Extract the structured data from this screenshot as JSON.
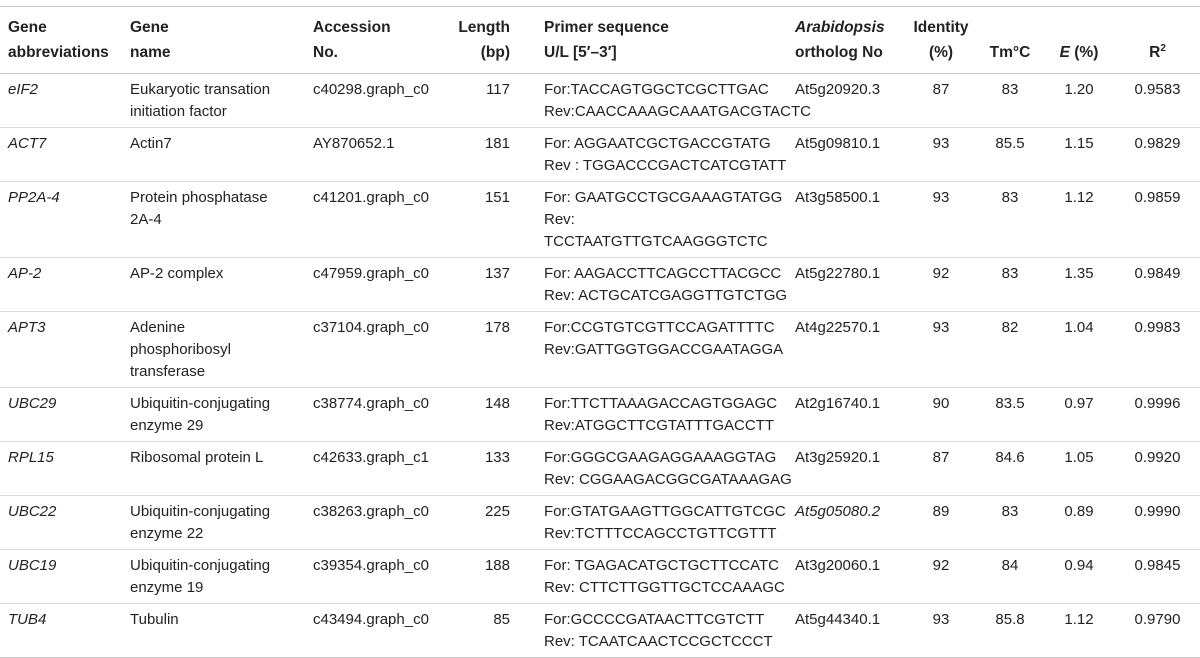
{
  "headers": {
    "gene_abbr": [
      "Gene",
      "abbreviations"
    ],
    "gene_name": [
      "Gene",
      "name"
    ],
    "accession": [
      "Accession",
      "No."
    ],
    "length": [
      "Length",
      "(bp)"
    ],
    "primer": [
      "Primer sequence",
      "U/L [5′–3′]"
    ],
    "ortholog_italic": "Arabidopsis",
    "ortholog_rest": "ortholog No",
    "identity": [
      "Identity",
      "(%)"
    ],
    "tm": "Tm°C",
    "eff_italic": "E",
    "eff_rest": " (%)",
    "r2_base": "R",
    "r2_sup": "2"
  },
  "rows": [
    {
      "abbr": "eIF2",
      "name1": "Eukaryotic transation",
      "name2": "initiation factor",
      "name3": "",
      "acc": "c40298.graph_c0",
      "len": "117",
      "fwd": "For:TACCAGTGGCTCGCTTGAC",
      "rev": "Rev:CAACCAAAGCAAATGACGTACTC",
      "orth": "At5g20920.3",
      "ident": "87",
      "tm": "83",
      "e": "1.20",
      "r2": "0.9583"
    },
    {
      "abbr": "ACT7",
      "name1": "Actin7",
      "name2": "",
      "name3": "",
      "acc": "AY870652.1",
      "len": "181",
      "fwd": "For: AGGAATCGCTGACCGTATG",
      "rev": "Rev : TGGACCCGACTCATCGTATT",
      "orth": "At5g09810.1",
      "ident": "93",
      "tm": "85.5",
      "e": "1.15",
      "r2": "0.9829"
    },
    {
      "abbr": "PP2A-4",
      "name1": "Protein phosphatase",
      "name2": "2A-4",
      "name3": "",
      "acc": "c41201.graph_c0",
      "len": "151",
      "fwd": "For: GAATGCCTGCGAAAGTATGG",
      "rev": "Rev: TCCTAATGTTGTCAAGGGTCTC",
      "orth": "At3g58500.1",
      "ident": "93",
      "tm": "83",
      "e": "1.12",
      "r2": "0.9859"
    },
    {
      "abbr": "AP-2",
      "name1": "AP-2 complex",
      "name2": "",
      "name3": "",
      "acc": "c47959.graph_c0",
      "len": "137",
      "fwd": "For: AAGACCTTCAGCCTTACGCC",
      "rev": "Rev: ACTGCATCGAGGTTGTCTGG",
      "orth": "At5g22780.1",
      "ident": "92",
      "tm": "83",
      "e": "1.35",
      "r2": "0.9849"
    },
    {
      "abbr": "APT3",
      "name1": "Adenine",
      "name2": "phosphoribosyl",
      "name3": "transferase",
      "acc": "c37104.graph_c0",
      "len": "178",
      "fwd": "For:CCGTGTCGTTCCAGATTTTC",
      "rev": "Rev:GATTGGTGGACCGAATAGGA",
      "orth": "At4g22570.1",
      "ident": "93",
      "tm": "82",
      "e": "1.04",
      "r2": "0.9983"
    },
    {
      "abbr": "UBC29",
      "name1": "Ubiquitin-conjugating",
      "name2": "enzyme 29",
      "name3": "",
      "acc": "c38774.graph_c0",
      "len": "148",
      "fwd": "For:TTCTTAAAGACCAGTGGAGC",
      "rev": "Rev:ATGGCTTCGTATTTGACCTT",
      "orth": "At2g16740.1",
      "ident": "90",
      "tm": "83.5",
      "e": "0.97",
      "r2": "0.9996"
    },
    {
      "abbr": "RPL15",
      "name1": "Ribosomal protein L",
      "name2": "",
      "name3": "",
      "acc": "c42633.graph_c1",
      "len": "133",
      "fwd": "For:GGGCGAAGAGGAAAGGTAG",
      "rev": "Rev: CGGAAGACGGCGATAAAGAG",
      "orth": "At3g25920.1",
      "ident": "87",
      "tm": "84.6",
      "e": "1.05",
      "r2": "0.9920"
    },
    {
      "abbr": "UBC22",
      "name1": "Ubiquitin-conjugating",
      "name2": "enzyme 22",
      "name3": "",
      "acc": "c38263.graph_c0",
      "len": "225",
      "fwd": "For:GTATGAAGTTGGCATTGTCGC",
      "rev": "Rev:TCTTTCCAGCCTGTTCGTTT",
      "orth_italic": "At5g05080.2",
      "orth": "",
      "ident": "89",
      "tm": "83",
      "e": "0.89",
      "r2": "0.9990"
    },
    {
      "abbr": "UBC19",
      "name1": "Ubiquitin-conjugating",
      "name2": "enzyme 19",
      "name3": "",
      "acc": "c39354.graph_c0",
      "len": "188",
      "fwd": "For: TGAGACATGCTGCTTCCATC",
      "rev": "Rev: CTTCTTGGTTGCTCCAAAGC",
      "orth": "At3g20060.1",
      "ident": "92",
      "tm": "84",
      "e": "0.94",
      "r2": "0.9845"
    },
    {
      "abbr": "TUB4",
      "name1": "Tubulin",
      "name2": "",
      "name3": "",
      "acc": "c43494.graph_c0",
      "len": "85",
      "fwd": "For:GCCCCGATAACTTCGTCTT",
      "rev": "Rev: TCAATCAACTCCGCTCCCT",
      "orth": "At5g44340.1",
      "ident": "93",
      "tm": "85.8",
      "e": "1.12",
      "r2": "0.9790"
    }
  ]
}
